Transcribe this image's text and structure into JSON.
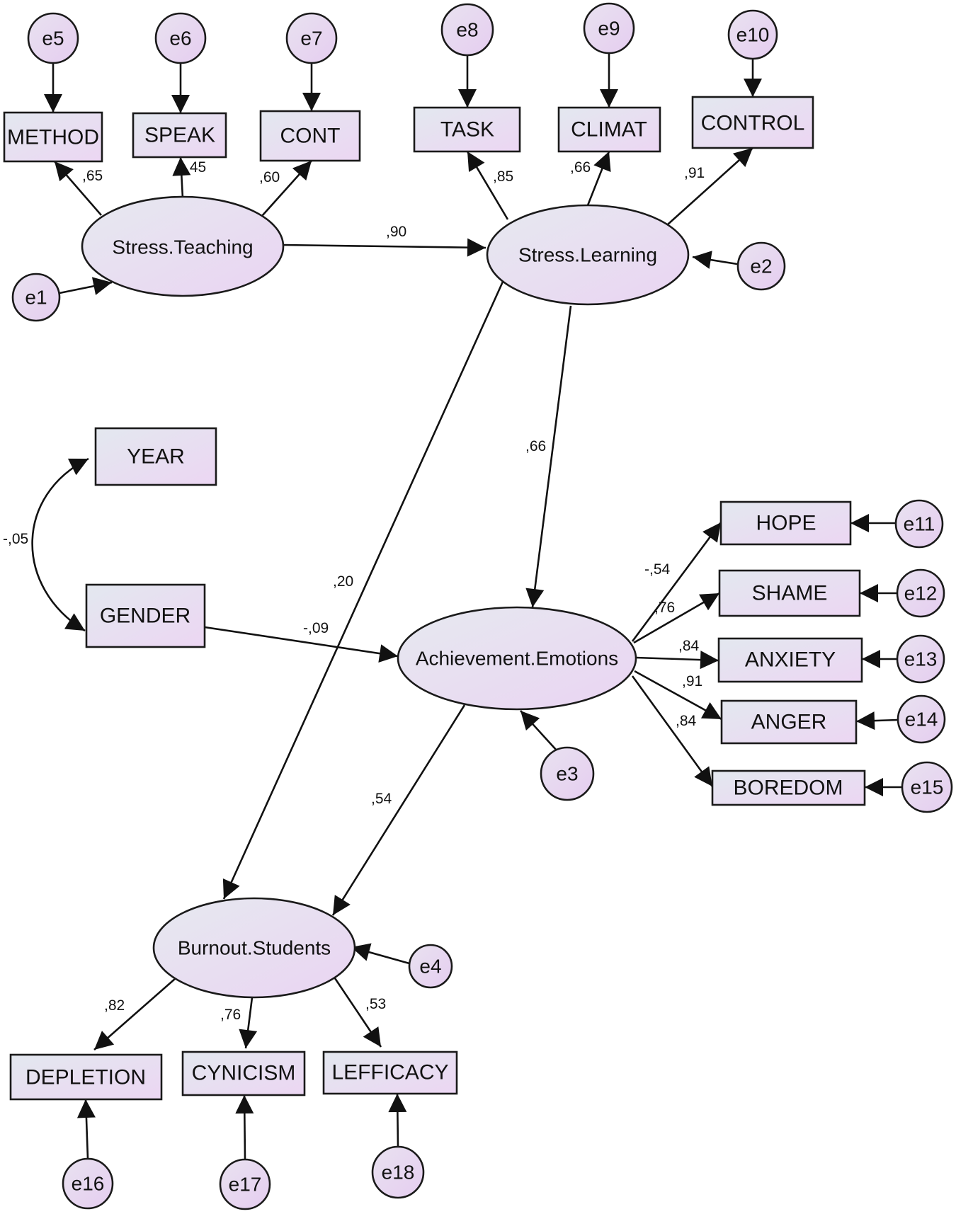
{
  "colors": {
    "box_fill_start": "#e3e8ef",
    "box_fill_end": "#ecd6f3",
    "stroke": "#111111"
  },
  "nodes": {
    "METHOD": {
      "label": "METHOD",
      "kind": "observed"
    },
    "SPEAK": {
      "label": "SPEAK",
      "kind": "observed"
    },
    "CONT": {
      "label": "CONT",
      "kind": "observed"
    },
    "TASK": {
      "label": "TASK",
      "kind": "observed"
    },
    "CLIMAT": {
      "label": "CLIMAT",
      "kind": "observed"
    },
    "CONTROL": {
      "label": "CONTROL",
      "kind": "observed"
    },
    "YEAR": {
      "label": "YEAR",
      "kind": "observed"
    },
    "GENDER": {
      "label": "GENDER",
      "kind": "observed"
    },
    "HOPE": {
      "label": "HOPE",
      "kind": "observed"
    },
    "SHAME": {
      "label": "SHAME",
      "kind": "observed"
    },
    "ANXIETY": {
      "label": "ANXIETY",
      "kind": "observed"
    },
    "ANGER": {
      "label": "ANGER",
      "kind": "observed"
    },
    "BOREDOM": {
      "label": "BOREDOM",
      "kind": "observed"
    },
    "DEPLETION": {
      "label": "DEPLETION",
      "kind": "observed"
    },
    "CYNICISM": {
      "label": "CYNICISM",
      "kind": "observed"
    },
    "LEFFICACY": {
      "label": "LEFFICACY",
      "kind": "observed"
    },
    "ST": {
      "label": "Stress.Teaching",
      "kind": "latent"
    },
    "SL": {
      "label": "Stress.Learning",
      "kind": "latent"
    },
    "AE": {
      "label": "Achievement.Emotions",
      "kind": "latent"
    },
    "BS": {
      "label": "Burnout.Students",
      "kind": "latent"
    },
    "e1": {
      "label": "e1",
      "kind": "error"
    },
    "e2": {
      "label": "e2",
      "kind": "error"
    },
    "e3": {
      "label": "e3",
      "kind": "error"
    },
    "e4": {
      "label": "e4",
      "kind": "error"
    },
    "e5": {
      "label": "e5",
      "kind": "error"
    },
    "e6": {
      "label": "e6",
      "kind": "error"
    },
    "e7": {
      "label": "e7",
      "kind": "error"
    },
    "e8": {
      "label": "e8",
      "kind": "error"
    },
    "e9": {
      "label": "e9",
      "kind": "error"
    },
    "e10": {
      "label": "e10",
      "kind": "error"
    },
    "e11": {
      "label": "e11",
      "kind": "error"
    },
    "e12": {
      "label": "e12",
      "kind": "error"
    },
    "e13": {
      "label": "e13",
      "kind": "error"
    },
    "e14": {
      "label": "e14",
      "kind": "error"
    },
    "e15": {
      "label": "e15",
      "kind": "error"
    },
    "e16": {
      "label": "e16",
      "kind": "error"
    },
    "e17": {
      "label": "e17",
      "kind": "error"
    },
    "e18": {
      "label": "e18",
      "kind": "error"
    }
  },
  "paths": [
    {
      "from": "ST",
      "to": "METHOD",
      "coef": ",65"
    },
    {
      "from": "ST",
      "to": "SPEAK",
      "coef": ",45"
    },
    {
      "from": "ST",
      "to": "CONT",
      "coef": ",60"
    },
    {
      "from": "SL",
      "to": "TASK",
      "coef": ",85"
    },
    {
      "from": "SL",
      "to": "CLIMAT",
      "coef": ",66"
    },
    {
      "from": "SL",
      "to": "CONTROL",
      "coef": ",91"
    },
    {
      "from": "ST",
      "to": "SL",
      "coef": ",90"
    },
    {
      "from": "SL",
      "to": "AE",
      "coef": ",66"
    },
    {
      "from": "SL",
      "to": "BS",
      "coef": ",20"
    },
    {
      "from": "GENDER",
      "to": "AE",
      "coef": "-,09"
    },
    {
      "from": "AE",
      "to": "BS",
      "coef": ",54"
    },
    {
      "from": "AE",
      "to": "HOPE",
      "coef": "-,54"
    },
    {
      "from": "AE",
      "to": "SHAME",
      "coef": ",76"
    },
    {
      "from": "AE",
      "to": "ANXIETY",
      "coef": ",84"
    },
    {
      "from": "AE",
      "to": "ANGER",
      "coef": ",91"
    },
    {
      "from": "AE",
      "to": "BOREDOM",
      "coef": ",84"
    },
    {
      "from": "BS",
      "to": "DEPLETION",
      "coef": ",82"
    },
    {
      "from": "BS",
      "to": "CYNICISM",
      "coef": ",76"
    },
    {
      "from": "BS",
      "to": "LEFFICACY",
      "coef": ",53"
    }
  ],
  "covariance": {
    "between": [
      "YEAR",
      "GENDER"
    ],
    "coef": "-,05"
  }
}
